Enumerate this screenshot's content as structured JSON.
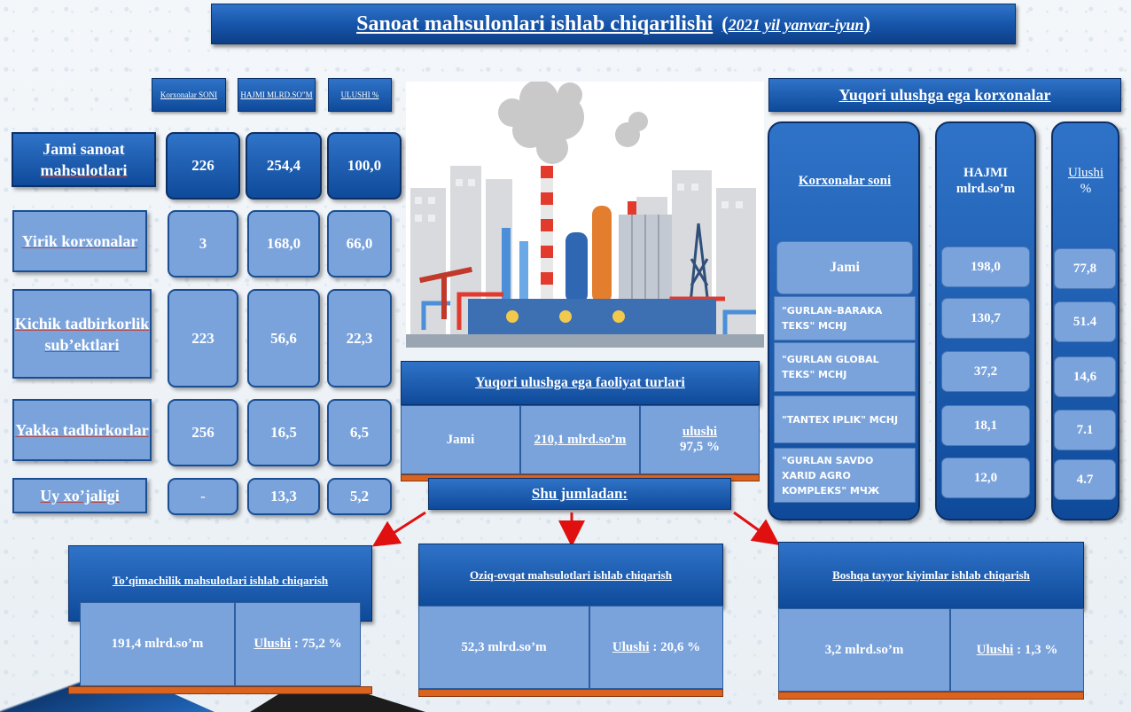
{
  "title": {
    "main": "Sanoat mahsulonlari ishlab chiqarilishi",
    "paren_open": "(",
    "period": "2021 yil yanvar-iyun",
    "paren_close": ")"
  },
  "left_table": {
    "headers": [
      "Korxonalar SONI",
      "HAJMI MLRD.SO\"M",
      "ULUSHI %"
    ],
    "rows": [
      {
        "label": "Jami sanoat mahsulotlari",
        "count": "226",
        "volume": "254,4",
        "share": "100,0"
      },
      {
        "label": "Yirik korxonalar",
        "count": "3",
        "volume": "168,0",
        "share": "66,0"
      },
      {
        "label": "Kichik tadbirkorlik sub’ektlari",
        "count": "223",
        "volume": "56,6",
        "share": "22,3"
      },
      {
        "label": "Yakka tadbirkorlar",
        "count": "256",
        "volume": "16,5",
        "share": "6,5"
      },
      {
        "label": "Uy xo’jaligi",
        "count": "-",
        "volume": "13,3",
        "share": "5,2"
      }
    ]
  },
  "activity": {
    "title": "Yuqori  ulushga ega faoliyat turlari",
    "label": "Jami",
    "volume": "210,1 mlrd.so’m",
    "share_label": "ulushi",
    "share_value": "97,5 %"
  },
  "including": {
    "label": "Shu jumladan:"
  },
  "subs": [
    {
      "title": "To’qimachilik mahsulotlari ishlab chiqarish",
      "volume": "191,4  mlrd.so’m",
      "share_label": "Ulushi",
      "share_value": ":   75,2 %"
    },
    {
      "title": "Oziq-ovqat mahsulotlari ishlab chiqarish",
      "volume": "52,3 mlrd.so’m",
      "share_label": "Ulushi",
      "share_value": ":  20,6 %"
    },
    {
      "title": "Boshqa tayyor kiyimlar ishlab chiqarish",
      "volume": "3,2  mlrd.so’m",
      "share_label": "Ulushi",
      "share_value": ":   1,3 %"
    }
  ],
  "enterprises": {
    "title": "Yuqori  ulushga ega korxonalar",
    "col_headers": {
      "name": "Korxonalar soni",
      "volume_1": "HAJMI",
      "volume_2": "mlrd.so’m",
      "share_1": "Ulushi",
      "share_2": "%"
    },
    "rows": [
      {
        "name": "Jami",
        "volume": "198,0",
        "share": "77,8"
      },
      {
        "name": "\"GURLAN–BARAKA TEKS\" MCHJ",
        "volume": "130,7",
        "share": "51.4"
      },
      {
        "name": "\"GURLAN GLOBAL TEKS\" MCHJ",
        "volume": "37,2",
        "share": "14,6"
      },
      {
        "name": "\"TANTEX IPLIK\"  MCHJ",
        "volume": "18,1",
        "share": "7.1"
      },
      {
        "name": "\"GURLAN SAVDO XARID AGRO KOMPLEKS\"   МЧЖ",
        "volume": "12,0",
        "share": "4.7"
      }
    ]
  },
  "colors": {
    "dark_blue": "#1553a8",
    "light_blue": "#7aa3dc",
    "orange": "#d9631f",
    "arrow_red": "#e01010"
  },
  "icons": {
    "illustration": "industrial-plant-illustration"
  }
}
